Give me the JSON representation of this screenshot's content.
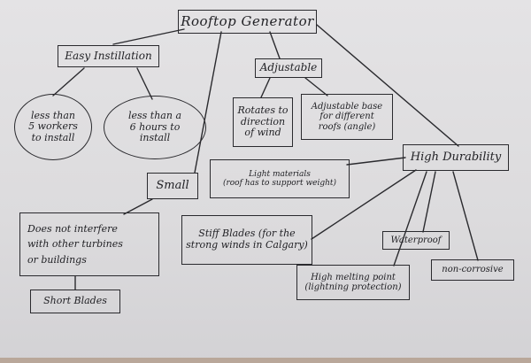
{
  "nodes": {
    "root": "Rooftop  Generator",
    "easy_installation": "Easy  Instillation",
    "less_than_5_workers": "less than\n5 workers\nto install",
    "less_than_6_hours": "less than a\n6 hours to\ninstall",
    "adjustable": "Adjustable",
    "rotates": "Rotates to\ndirection\nof wind",
    "adjustable_base": "Adjustable base\nfor different\nroofs (angle)",
    "small": "Small",
    "light_materials": "Light materials\n(roof has to support weight)",
    "high_durability": "High Durability",
    "does_not_interfere": "Does not  interfere\nwith other turbines\nor buildings",
    "short_blades": "Short Blades",
    "stiff_blades": "Stiff Blades (for the\nstrong winds in Calgary)",
    "waterproof": "Waterproof",
    "high_melting_point": "High melting point\n(lightning protection)",
    "non_corrosive": "non-corrosive"
  }
}
